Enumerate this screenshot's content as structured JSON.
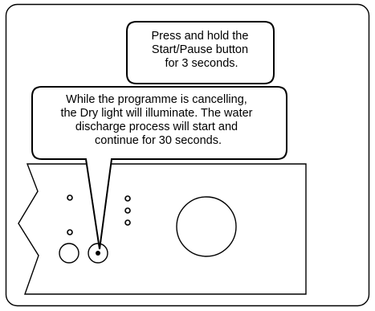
{
  "instruction_callout": {
    "lines": [
      "Press and hold the",
      "Start/Pause button",
      "for 3 seconds."
    ]
  },
  "info_callout": {
    "lines": [
      "While the programme is cancelling,",
      "the Dry light will illuminate. The water",
      "discharge process will start and",
      "continue for 30 seconds."
    ]
  },
  "colors": {
    "stroke": "#000000",
    "fill": "#ffffff"
  },
  "icons": {
    "control_panel": "washer-control-panel",
    "dial": "programme-dial",
    "button": "start-pause-button"
  }
}
